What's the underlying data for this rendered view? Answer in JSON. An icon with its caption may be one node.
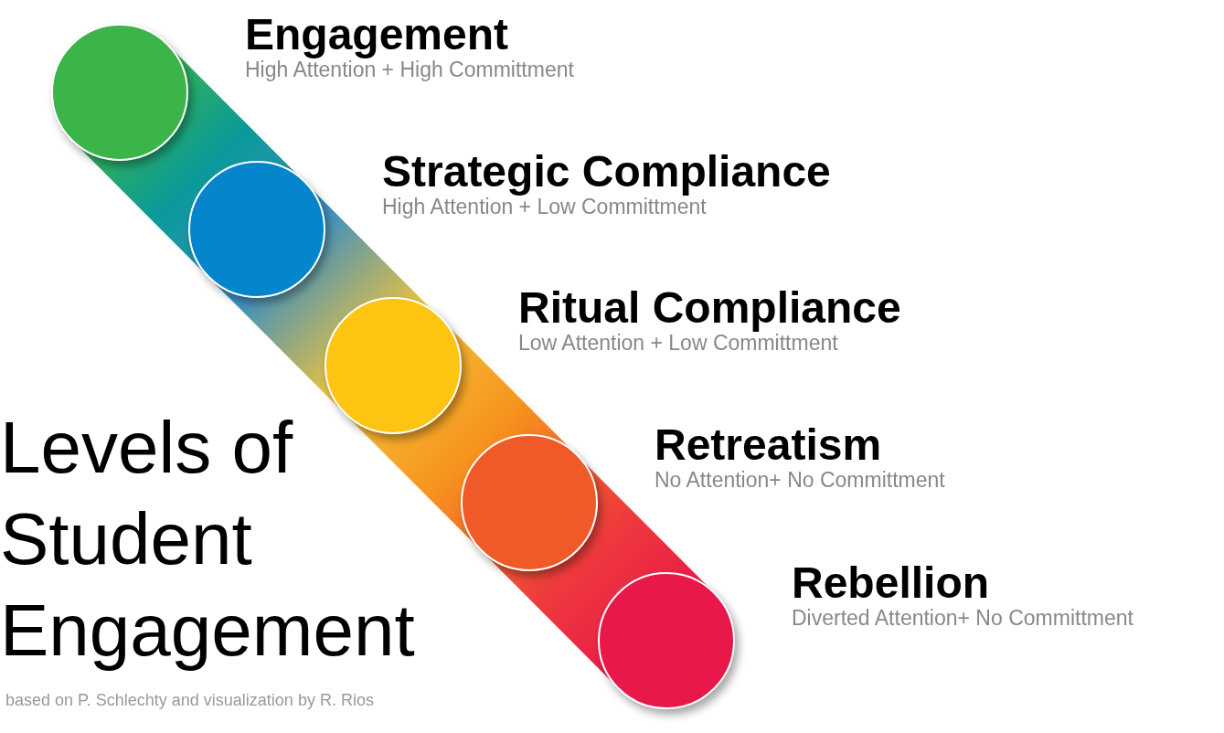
{
  "diagram": {
    "title": "Levels of Student Engagement",
    "caption": "based on P. Schlechty and visualization by R. Rios",
    "nodes": [
      {
        "text": [
          "Engagement",
          "High Attention + High Committment"
        ]
      },
      {
        "text": [
          "Strategic Compliance",
          "High Attention + Low Committment"
        ]
      },
      {
        "text": [
          "Ritual Compliance",
          "Low Attention + Low Committment"
        ]
      },
      {
        "text": [
          "Retreatism",
          "No Attention+ No Committment"
        ]
      },
      {
        "text": [
          "Rebellion",
          "Diverted Attention+ No Committment"
        ]
      }
    ]
  }
}
